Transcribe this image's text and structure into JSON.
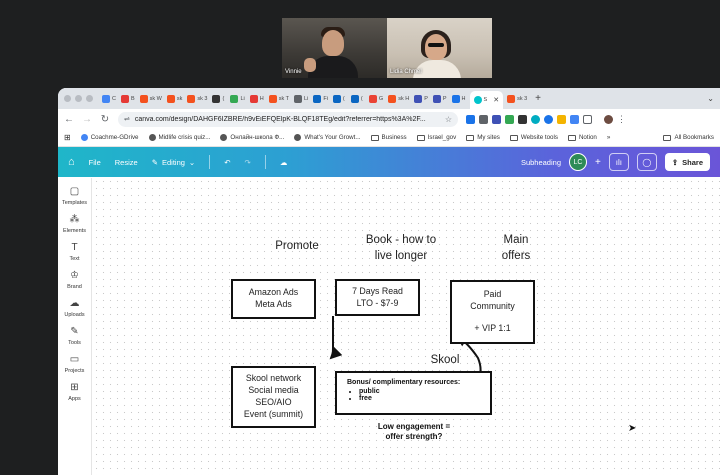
{
  "meeting": {
    "participants": [
      {
        "name": "Vinnie"
      },
      {
        "name": "Lidia Chmel"
      }
    ]
  },
  "browser": {
    "tabs": [
      {
        "label": "C",
        "color": "#4285f4"
      },
      {
        "label": "B",
        "color": "#e53935"
      },
      {
        "label": "sk W",
        "color": "#f4511e"
      },
      {
        "label": "sk",
        "color": "#f4511e"
      },
      {
        "label": "sk 3",
        "color": "#f4511e"
      },
      {
        "label": "(",
        "color": "#333333"
      },
      {
        "label": "Li",
        "color": "#34a853"
      },
      {
        "label": "H",
        "color": "#e53935"
      },
      {
        "label": "sk T",
        "color": "#f4511e"
      },
      {
        "label": "Li",
        "color": "#5f6368"
      },
      {
        "label": "Fi",
        "color": "#0a66c2"
      },
      {
        "label": "(",
        "color": "#0a66c2"
      },
      {
        "label": "(",
        "color": "#0a66c2"
      },
      {
        "label": "G",
        "color": "#ea4335"
      },
      {
        "label": "sk H",
        "color": "#f4511e"
      },
      {
        "label": "P",
        "color": "#3f51b5"
      },
      {
        "label": "P",
        "color": "#3f51b5"
      },
      {
        "label": "H",
        "color": "#1a73e8"
      }
    ],
    "active_tab": {
      "label": "S",
      "color": "#00c4cc"
    },
    "extra_tab": {
      "label": "sk 3",
      "color": "#f4511e"
    },
    "url": "canva.com/design/DAHGF6IZBRE/h9vEiEFQElpK-BLQF18TEg/edit?referrer=https%3A%2F...",
    "bookmarks": [
      {
        "label": "Coachme-GDrive",
        "kind": "google"
      },
      {
        "label": "Midlife crisis quiz...",
        "kind": "site"
      },
      {
        "label": "Онлайн-школа Ф...",
        "kind": "site"
      },
      {
        "label": "What's Your Growt...",
        "kind": "site"
      },
      {
        "label": "Business",
        "kind": "folder"
      },
      {
        "label": "Israel_gov",
        "kind": "folder"
      },
      {
        "label": "My sites",
        "kind": "folder"
      },
      {
        "label": "Website tools",
        "kind": "folder"
      },
      {
        "label": "Notion",
        "kind": "folder"
      }
    ],
    "bookmarks_more": "»",
    "all_bookmarks": "All Bookmarks"
  },
  "canva": {
    "menu": {
      "file": "File",
      "resize": "Resize",
      "editing": "Editing"
    },
    "subheading": "Subheading",
    "avatar_initials": "LC",
    "share": "Share",
    "accent": "#2d9fd3"
  },
  "rail": [
    {
      "label": "Templates",
      "icon": "▢"
    },
    {
      "label": "Elements",
      "icon": "⁂"
    },
    {
      "label": "Text",
      "icon": "T"
    },
    {
      "label": "Brand",
      "icon": "♔"
    },
    {
      "label": "Uploads",
      "icon": "☁"
    },
    {
      "label": "Tools",
      "icon": "✎"
    },
    {
      "label": "Projects",
      "icon": "▭"
    },
    {
      "label": "Apps",
      "icon": "⊞"
    }
  ],
  "diagram": {
    "headings": {
      "promote": "Promote",
      "book_line1": "Book - how to",
      "book_line2": "live longer",
      "offers_line1": "Main",
      "offers_line2": "offers",
      "skool": "Skool"
    },
    "ads_box": [
      "Amazon Ads",
      "Meta Ads"
    ],
    "book_box": [
      "7 Days Read",
      "LTO - $7-9"
    ],
    "offers_box": [
      "Paid",
      "Community",
      "",
      "+ VIP 1:1"
    ],
    "sources_box": [
      "Skool network",
      "Social media",
      "SEO/AIO",
      "Event (summit)"
    ],
    "resources": {
      "title": "Bonus/ complimentary resources:",
      "items": [
        "public",
        "free"
      ]
    },
    "question": [
      "Low engagement =",
      "offer strength?"
    ]
  }
}
